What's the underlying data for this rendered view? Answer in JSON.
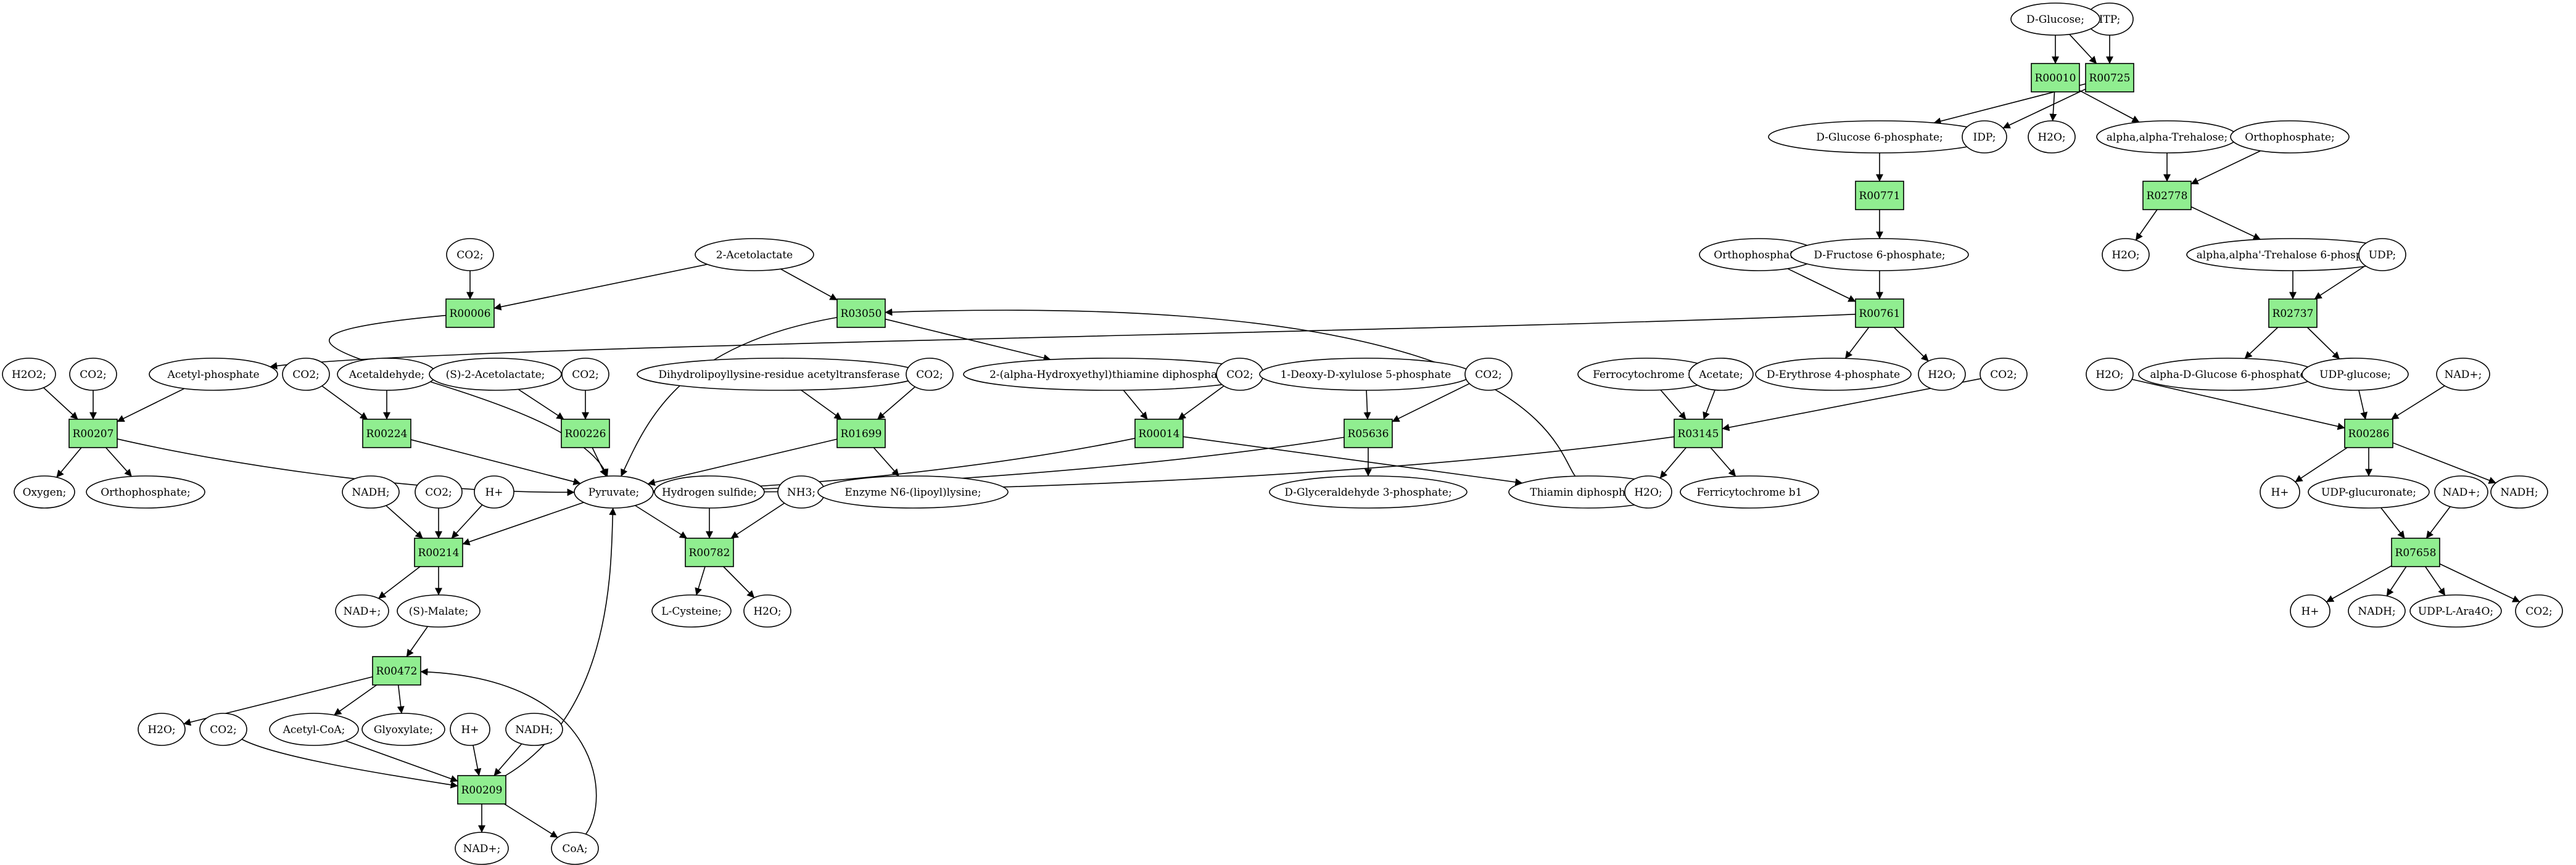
{
  "colors": {
    "reaction_fill": "#90ee90",
    "start_fill": "#00ee00",
    "target_fill": "#ffff00",
    "metabolite_fill": "#ffffff",
    "stroke": "#000000"
  },
  "reactions": [
    {
      "id": "R00725",
      "label": "R00725"
    },
    {
      "id": "R00010",
      "label": "R00010"
    },
    {
      "id": "R00771",
      "label": "R00771"
    },
    {
      "id": "R02778",
      "label": "R02778"
    },
    {
      "id": "R00761",
      "label": "R00761"
    },
    {
      "id": "R02737",
      "label": "R02737"
    },
    {
      "id": "R00006",
      "label": "R00006"
    },
    {
      "id": "R03050",
      "label": "R03050"
    },
    {
      "id": "R00207",
      "label": "R00207"
    },
    {
      "id": "R00224",
      "label": "R00224"
    },
    {
      "id": "R00226",
      "label": "R00226"
    },
    {
      "id": "R01699",
      "label": "R01699"
    },
    {
      "id": "R00014",
      "label": "R00014"
    },
    {
      "id": "R05636",
      "label": "R05636"
    },
    {
      "id": "R03145",
      "label": "R03145"
    },
    {
      "id": "R00286",
      "label": "R00286"
    },
    {
      "id": "R00214",
      "label": "R00214"
    },
    {
      "id": "R00782",
      "label": "R00782"
    },
    {
      "id": "R07658",
      "label": "R07658"
    },
    {
      "id": "R00472",
      "label": "R00472"
    },
    {
      "id": "R00209",
      "label": "R00209"
    }
  ],
  "metabolites": [
    {
      "id": "itp",
      "label": "ITP;"
    },
    {
      "id": "dglucose",
      "label": "D-Glucose;",
      "role": "start"
    },
    {
      "id": "dg6p",
      "label": "D-Glucose 6-phosphate;"
    },
    {
      "id": "idp",
      "label": "IDP;"
    },
    {
      "id": "h2o_r10",
      "label": "H2O;"
    },
    {
      "id": "trehalose",
      "label": "alpha,alpha-Trehalose;"
    },
    {
      "id": "orthophos_top",
      "label": "Orthophosphate;"
    },
    {
      "id": "h2o_r2778",
      "label": "H2O;"
    },
    {
      "id": "treh6p",
      "label": "alpha,alpha'-Trehalose 6-phosphate;"
    },
    {
      "id": "udp",
      "label": "UDP;"
    },
    {
      "id": "orthophos_761",
      "label": "Orthophosphate;"
    },
    {
      "id": "df6p",
      "label": "D-Fructose 6-phosphate;"
    },
    {
      "id": "co2_006",
      "label": "CO2;"
    },
    {
      "id": "acetolactate",
      "label": "2-Acetolactate"
    },
    {
      "id": "h2o2",
      "label": "H2O2;"
    },
    {
      "id": "co2_207",
      "label": "CO2;"
    },
    {
      "id": "acetylphosphate",
      "label": "Acetyl-phosphate"
    },
    {
      "id": "co2_224",
      "label": "CO2;"
    },
    {
      "id": "acetaldehyde",
      "label": "Acetaldehyde;"
    },
    {
      "id": "s2acetolactate",
      "label": "(S)-2-Acetolactate;"
    },
    {
      "id": "co2_226",
      "label": "CO2;"
    },
    {
      "id": "dihydrolipoyl",
      "label": "Dihydrolipoyllysine-residue acetyltransferase"
    },
    {
      "id": "co2_699",
      "label": "CO2;"
    },
    {
      "id": "hethdp",
      "label": "2-(alpha-Hydroxyethyl)thiamine diphosphate;"
    },
    {
      "id": "co2_014",
      "label": "CO2;"
    },
    {
      "id": "deoxyxylulose",
      "label": "1-Deoxy-D-xylulose 5-phosphate"
    },
    {
      "id": "co2_5636",
      "label": "CO2;"
    },
    {
      "id": "erythrose",
      "label": "D-Erythrose 4-phosphate"
    },
    {
      "id": "h2o_761",
      "label": "H2O;"
    },
    {
      "id": "co2_3145",
      "label": "CO2;"
    },
    {
      "id": "ferrocyt",
      "label": "Ferrocytochrome b1"
    },
    {
      "id": "acetate",
      "label": "Acetate;"
    },
    {
      "id": "agluc6p",
      "label": "alpha-D-Glucose 6-phosphate"
    },
    {
      "id": "udpglucose",
      "label": "UDP-glucose;"
    },
    {
      "id": "h2o_286",
      "label": "H2O;"
    },
    {
      "id": "nad_286",
      "label": "NAD+;"
    },
    {
      "id": "oxygen",
      "label": "Oxygen;"
    },
    {
      "id": "orthophos_207",
      "label": "Orthophosphate;"
    },
    {
      "id": "pyruvate",
      "label": "Pyruvate;"
    },
    {
      "id": "h2s",
      "label": "Hydrogen sulfide;"
    },
    {
      "id": "nh3",
      "label": "NH3;"
    },
    {
      "id": "enzlipoyl",
      "label": "Enzyme N6-(lipoyl)lysine;"
    },
    {
      "id": "glyceraldehyde",
      "label": "D-Glyceraldehyde 3-phosphate;"
    },
    {
      "id": "thdp",
      "label": "Thiamin diphosphate;"
    },
    {
      "id": "h2o_3145",
      "label": "H2O;"
    },
    {
      "id": "ferricyt",
      "label": "Ferricytochrome b1"
    },
    {
      "id": "h_286",
      "label": "H+"
    },
    {
      "id": "udpglucuronate",
      "label": "UDP-glucuronate;"
    },
    {
      "id": "nadh_286",
      "label": "NADH;"
    },
    {
      "id": "nadh_214",
      "label": "NADH;"
    },
    {
      "id": "co2_214",
      "label": "CO2;"
    },
    {
      "id": "h_214",
      "label": "H+"
    },
    {
      "id": "nad_7658",
      "label": "NAD+;"
    },
    {
      "id": "nad_214",
      "label": "NAD+;"
    },
    {
      "id": "smalate",
      "label": "(S)-Malate;"
    },
    {
      "id": "lcysteine",
      "label": "L-Cysteine;",
      "role": "target"
    },
    {
      "id": "h2o_782",
      "label": "H2O;"
    },
    {
      "id": "h_7658",
      "label": "H+"
    },
    {
      "id": "nadh_7658",
      "label": "NADH;"
    },
    {
      "id": "udpara",
      "label": "UDP-L-Ara4O;"
    },
    {
      "id": "co2_7658",
      "label": "CO2;"
    },
    {
      "id": "h2o_472",
      "label": "H2O;"
    },
    {
      "id": "co2_209",
      "label": "CO2;"
    },
    {
      "id": "acetylcoa",
      "label": "Acetyl-CoA;"
    },
    {
      "id": "glyoxylate",
      "label": "Glyoxylate;"
    },
    {
      "id": "h_209",
      "label": "H+"
    },
    {
      "id": "nadh_209",
      "label": "NADH;"
    },
    {
      "id": "nad_209",
      "label": "NAD+;"
    },
    {
      "id": "coa",
      "label": "CoA;"
    }
  ]
}
